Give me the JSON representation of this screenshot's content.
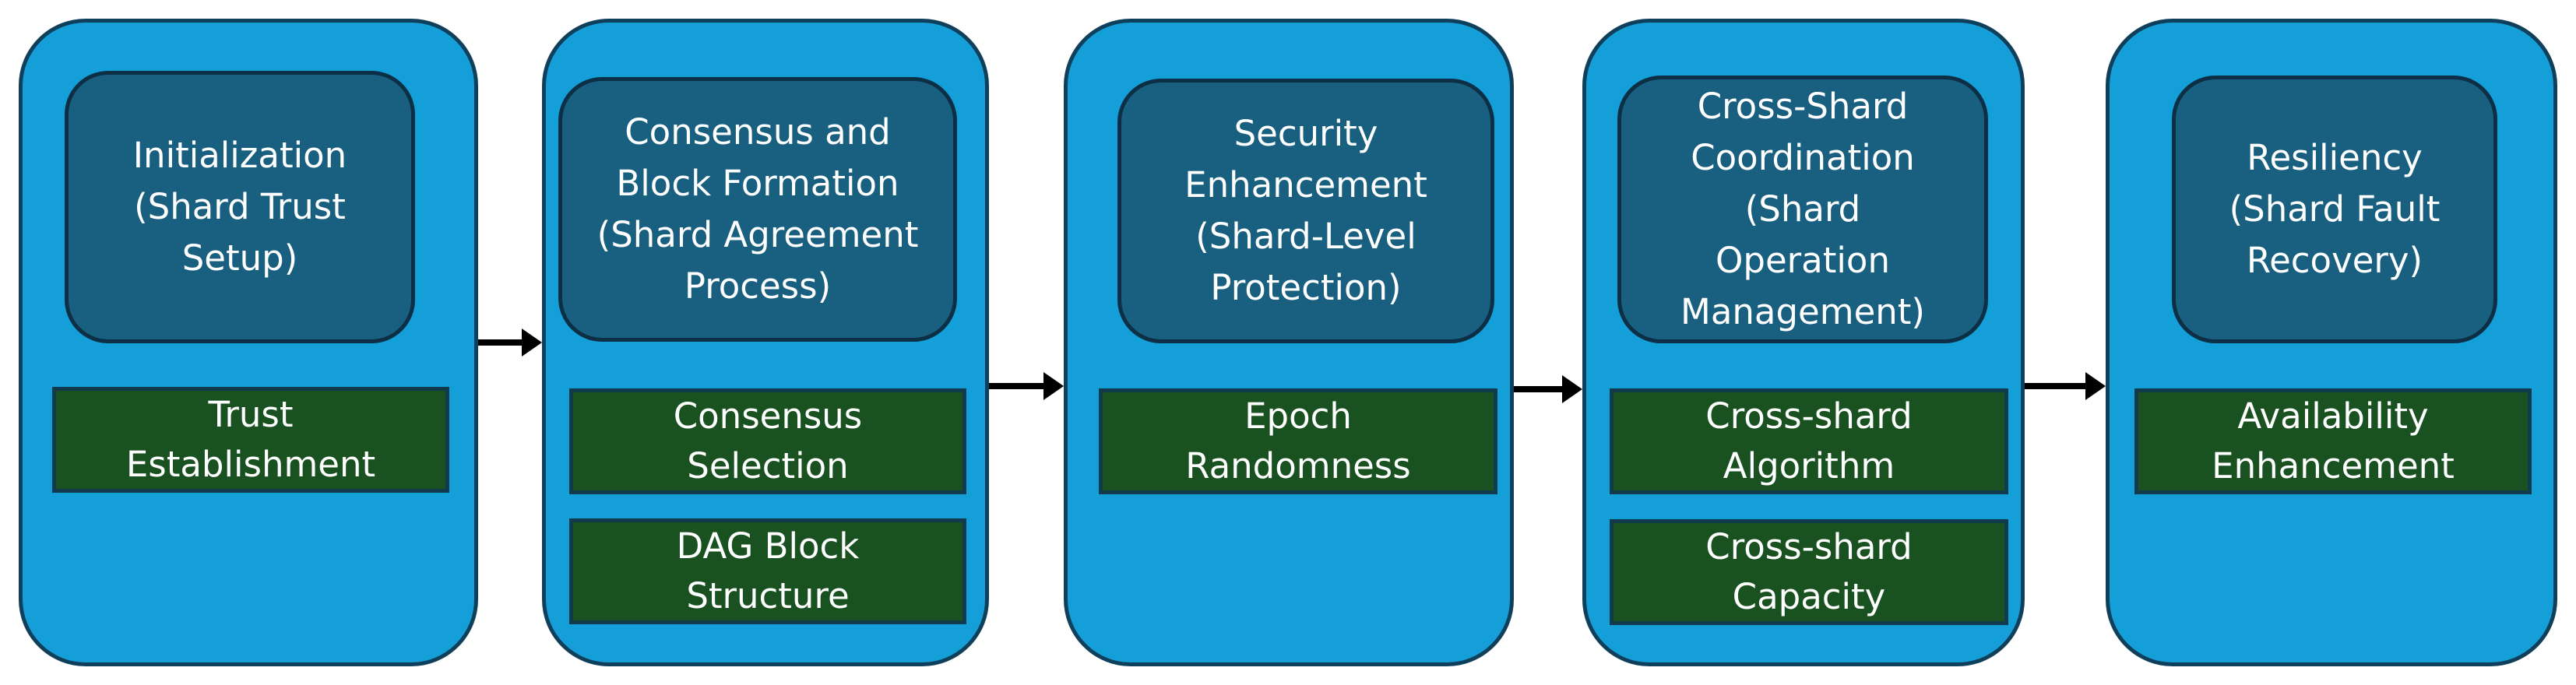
{
  "stages": [
    {
      "phase": "Initialization\n(Shard Trust\nSetup)",
      "tasks": [
        "Trust\nEstablishment"
      ]
    },
    {
      "phase": "Consensus and\nBlock Formation\n(Shard Agreement\nProcess)",
      "tasks": [
        "Consensus\nSelection",
        "DAG Block\nStructure"
      ]
    },
    {
      "phase": "Security\nEnhancement\n(Shard-Level\nProtection)",
      "tasks": [
        "Epoch\nRandomness"
      ]
    },
    {
      "phase": "Cross-Shard\nCoordination\n(Shard\nOperation\nManagement)",
      "tasks": [
        "Cross-shard\nAlgorithm",
        "Cross-shard\nCapacity"
      ]
    },
    {
      "phase": "Resiliency\n(Shard Fault\nRecovery)",
      "tasks": [
        "Availability\nEnhancement"
      ]
    }
  ],
  "colors": {
    "stage_fill": "#159fd9",
    "phase_fill": "#185f80",
    "task_fill": "#1a5121",
    "arrow": "#000000",
    "text": "#ffffff"
  }
}
